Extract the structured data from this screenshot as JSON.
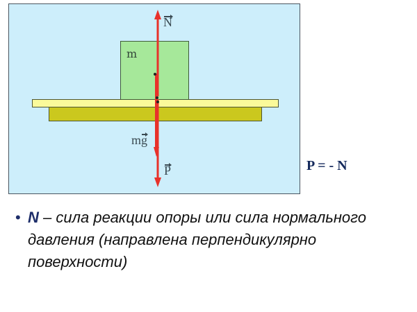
{
  "diagram": {
    "block_label": "m",
    "vector_N": "N",
    "vector_mg_prefix": "m",
    "vector_mg_symbol": "g",
    "vector_P": "P",
    "colors": {
      "background": "#cdeefb",
      "block": "#a6e89a",
      "plate_top": "#fafa9a",
      "plate_bottom": "#cbc81e",
      "arrow": "#e8312a"
    }
  },
  "formula": "P = - N",
  "bullet": {
    "marker": "•",
    "term": "N",
    "dash": " – ",
    "text": " сила реакции опоры или сила нормального давления (направлена перпендикулярно поверхности)"
  }
}
